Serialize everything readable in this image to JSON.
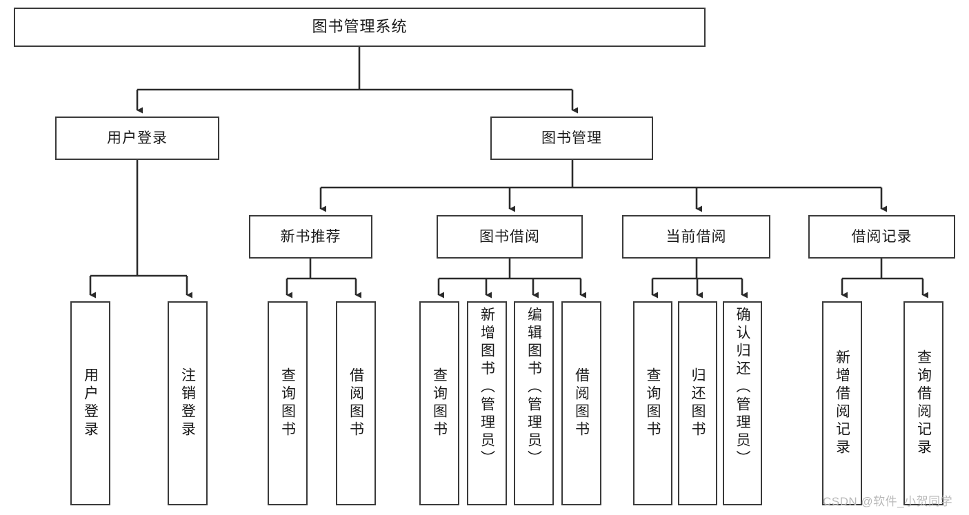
{
  "diagram": {
    "type": "tree-hierarchy",
    "title": "图书管理系统",
    "watermark": "CSDN @软件_小贺同学",
    "colors": {
      "border": "#3a3a3a",
      "background": "#ffffff",
      "text": "#1a1a1a",
      "connector": "#2b2b2b",
      "watermark": "#b9b9b9"
    },
    "root": {
      "label": "图书管理系统"
    },
    "level2": [
      {
        "label": "用户登录"
      },
      {
        "label": "图书管理"
      }
    ],
    "level3": [
      {
        "label": "新书推荐"
      },
      {
        "label": "图书借阅"
      },
      {
        "label": "当前借阅"
      },
      {
        "label": "借阅记录"
      }
    ],
    "leaves": {
      "user_login": [
        {
          "label": "用户登录"
        },
        {
          "label": "注销登录"
        }
      ],
      "new_book_recommend": [
        {
          "label": "查询图书"
        },
        {
          "label": "借阅图书"
        }
      ],
      "book_borrow": [
        {
          "label": "查询图书"
        },
        {
          "label": "新增图书（管理员）"
        },
        {
          "label": "编辑图书（管理员）"
        },
        {
          "label": "借阅图书"
        }
      ],
      "current_borrow": [
        {
          "label": "查询图书"
        },
        {
          "label": "归还图书"
        },
        {
          "label": "确认归还（管理员）"
        }
      ],
      "borrow_record": [
        {
          "label": "新增借阅记录"
        },
        {
          "label": "查询借阅记录"
        }
      ]
    }
  }
}
